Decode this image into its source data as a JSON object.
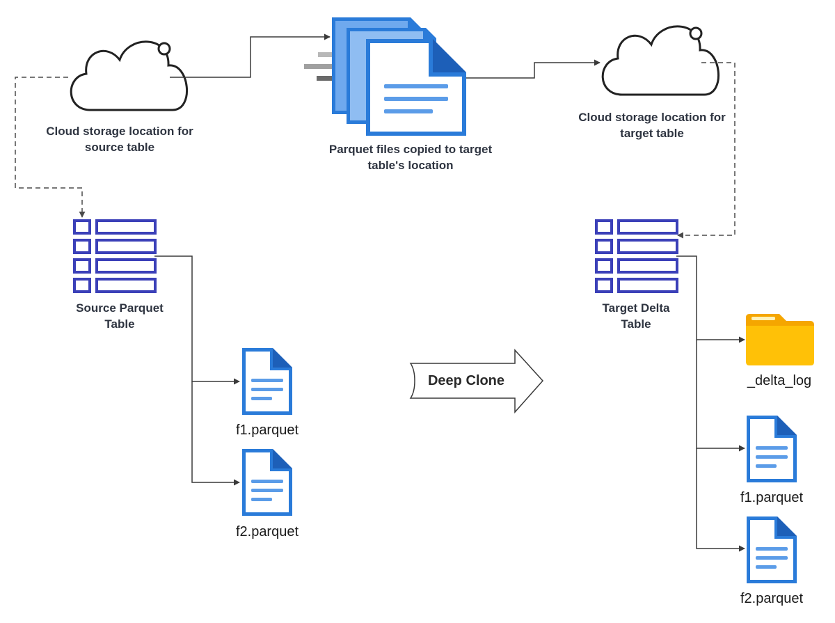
{
  "source_cloud": {
    "line1": "Cloud storage location for",
    "line2": "source table"
  },
  "copied_files": {
    "line1": "Parquet files copied to target",
    "line2": "table's location"
  },
  "target_cloud": {
    "line1": "Cloud storage location for",
    "line2": "target table"
  },
  "source_table": {
    "line1": "Source Parquet",
    "line2": "Table",
    "files": [
      "f1.parquet",
      "f2.parquet"
    ]
  },
  "target_table": {
    "line1": "Target Delta",
    "line2": "Table",
    "folder": "_delta_log",
    "files": [
      "f1.parquet",
      "f2.parquet"
    ]
  },
  "clone_arrow": {
    "label": "Deep Clone"
  },
  "colors": {
    "table_icon": "#3b40b8",
    "file_blue": "#2a7bd9",
    "file_fold": "#1d5fb8",
    "file_line": "#5b9ce8",
    "folder": "#ffc107",
    "folder_back": "#f5a600"
  },
  "icons": [
    "cloud-icon",
    "file-stack-icon",
    "table-icon",
    "parquet-file-icon",
    "folder-icon",
    "arrow-right-icon"
  ]
}
